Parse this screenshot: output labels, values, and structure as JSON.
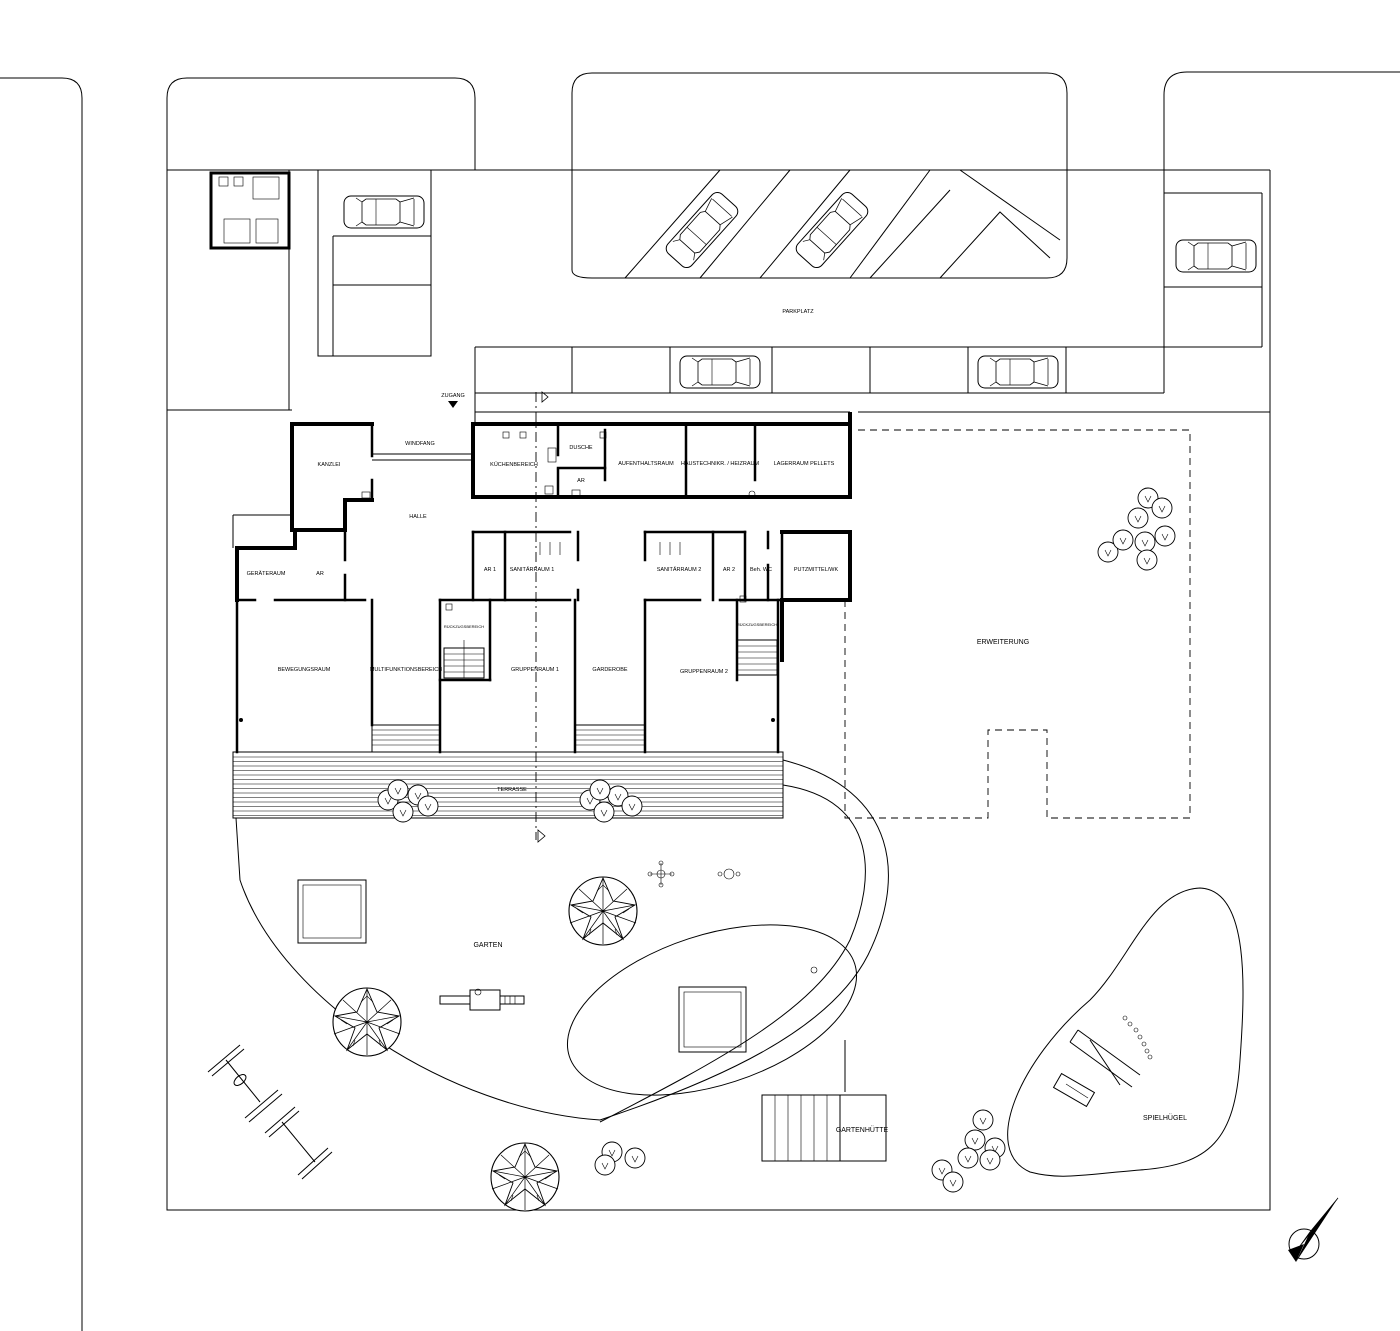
{
  "rooms": {
    "kanzlei": "KANZLEI",
    "windfang": "WINDFANG",
    "kuechenbereich": "KÜCHENBEREICH",
    "dusche": "DUSCHE",
    "ar_kitchen": "AR",
    "aufenthaltsraum": "AUFENTHALTSRAUM",
    "haustechnik": "HAUSTECHNIKR. / HEIZRAUM",
    "lagerraum": "LAGERRAUM PELLETS",
    "halle": "HALLE",
    "geraeteraum": "GERÄTERAUM",
    "ar_left": "AR",
    "ar1": "AR 1",
    "sanitaer1": "SANITÄRRAUM 1",
    "sanitaer2": "SANITÄRRAUM 2",
    "ar2": "AR 2",
    "behwc": "Beh. WC",
    "putzmittel": "PUTZMITTEL/WK",
    "bewegungsraum": "BEWEGUNGSRAUM",
    "multifunktion": "MULTIFUNKTIONSBEREICH",
    "rueckzug1": "RÜCKZUGSBEREICH",
    "gruppenraum1": "GRUPPENRAUM 1",
    "garderobe": "GARDEROBE",
    "rueckzug2": "RÜCKZUGSBEREICH",
    "gruppenraum2": "GRUPPENRAUM 2"
  },
  "site": {
    "zugang": "ZUGANG",
    "parkplatz": "PARKPLATZ",
    "erweiterung": "ERWEITERUNG",
    "terrasse": "TERRASSE",
    "garten": "GARTEN",
    "gartenhuette": "GARTENHÜTTE",
    "spielhuegel": "SPIELHÜGEL"
  },
  "icons": [
    "car-icon",
    "tree-icon",
    "shrub-icon",
    "north-arrow-icon",
    "stair-icon",
    "swing-icon",
    "slide-icon",
    "sandbox-icon"
  ],
  "colors": {
    "ink": "#000000",
    "paper": "#ffffff"
  }
}
